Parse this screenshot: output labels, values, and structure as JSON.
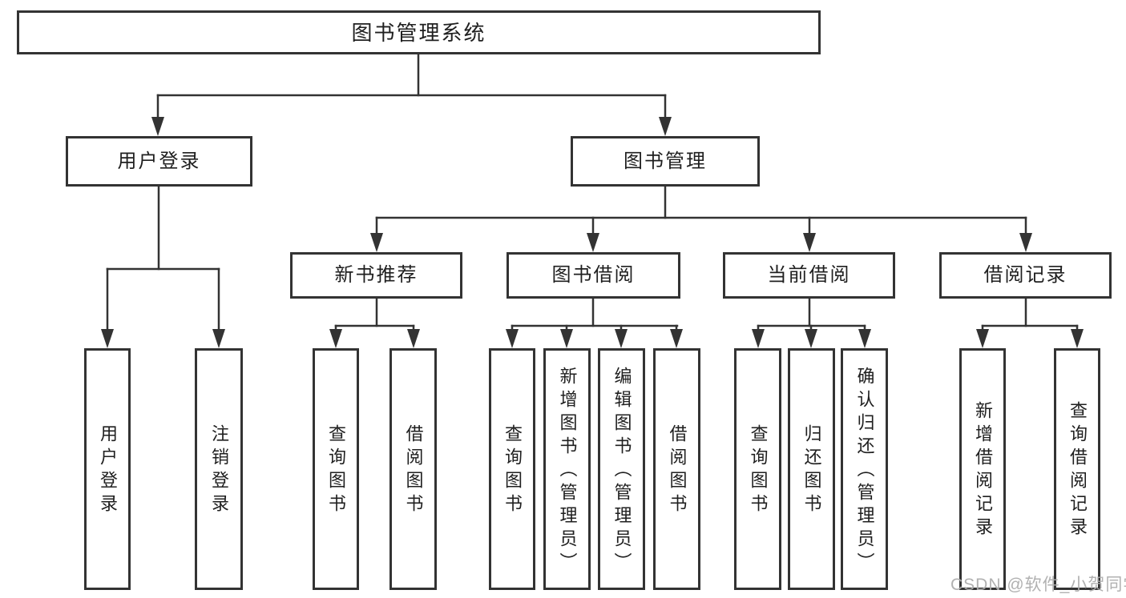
{
  "root": {
    "label": "图书管理系统"
  },
  "branches": [
    {
      "label": "用户登录",
      "leaves": [
        "用户登录",
        "注销登录"
      ]
    },
    {
      "label": "图书管理",
      "sections": [
        {
          "label": "新书推荐",
          "leaves": [
            "查询图书",
            "借阅图书"
          ]
        },
        {
          "label": "图书借阅",
          "leaves": [
            "查询图书",
            "新增图书（管理员）",
            "编辑图书（管理员）",
            "借阅图书"
          ]
        },
        {
          "label": "当前借阅",
          "leaves": [
            "查询图书",
            "归还图书",
            "确认归还（管理员）"
          ]
        },
        {
          "label": "借阅记录",
          "leaves": [
            "新增借阅记录",
            "查询借阅记录"
          ]
        }
      ]
    }
  ],
  "watermark": "CSDN @软件_小贺同学",
  "colors": {
    "line": "#333333",
    "text": "#1f1f1f",
    "watermark": "#adadad",
    "background": "#ffffff"
  }
}
